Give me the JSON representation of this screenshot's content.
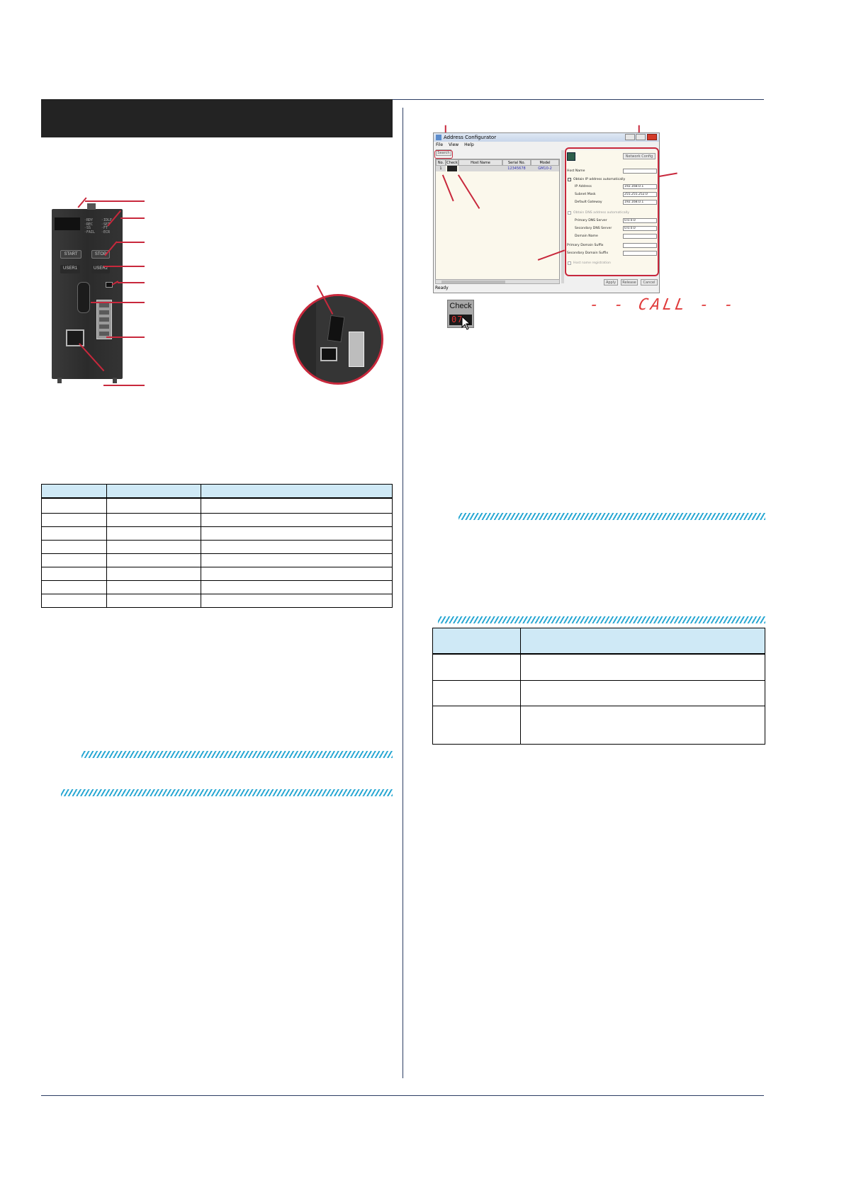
{
  "device": {
    "led_labels": [
      "RDY",
      "REC",
      "SS",
      "FAIL",
      "IDLE",
      "SET",
      "FT",
      "ECR"
    ],
    "buttons": [
      "START",
      "STOP",
      "USER1",
      "USER2"
    ]
  },
  "screenshot": {
    "title": "Address Configurator",
    "menu": [
      "File",
      "View",
      "Help"
    ],
    "toolbar_button": "Search",
    "right_toolbar_button": "Network Config",
    "columns": [
      "No.",
      "Check",
      "Host Name",
      "Serial No.",
      "Model"
    ],
    "row": {
      "no": "1",
      "check": "",
      "host": "",
      "serial": "12345678",
      "model": "GM10-2"
    },
    "host_name_label": "Host Name",
    "obtain_ip_label": "Obtain IP address automatically",
    "ip_label": "IP Address",
    "ip_value": "192.168.0.1",
    "subnet_label": "Subnet Mask",
    "subnet_value": "255.255.252.0",
    "gateway_label": "Default Gateway",
    "gateway_value": "192.168.0.1",
    "obtain_dns_label": "Obtain DNS address automatically",
    "pdns_label": "Primary DNS Server",
    "pdns_value": "0.0.0.0",
    "sdns_label": "Secondary DNS Server",
    "sdns_value": "0.0.0.0",
    "domain_label": "Domain Name",
    "pds_label": "Primary Domain Suffix",
    "sds_label": "Secondary Domain Suffix",
    "host_reg_label": "Host name registration",
    "apply": "Apply",
    "release": "Release",
    "cancel": "Cancel",
    "status": "Ready"
  },
  "check_button": {
    "label": "Check",
    "display": "07"
  },
  "call_display": "- - CALL - -",
  "colors": {
    "accent_red": "#c8283c",
    "header_blue": "#cfe9f6",
    "hatch_blue": "#2aa8d3",
    "rule_navy": "#2b3d63"
  }
}
